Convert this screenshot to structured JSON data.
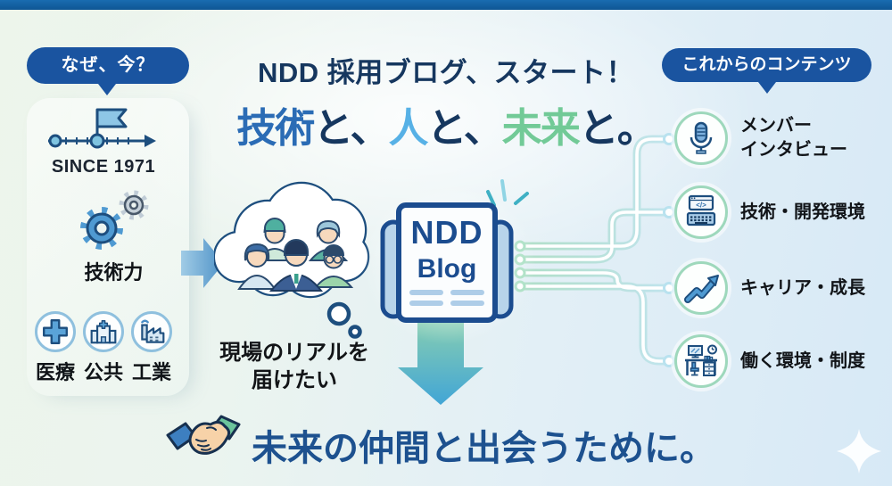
{
  "badges": {
    "why_now": "なぜ、今？",
    "upcoming": "これからのコンテンツ"
  },
  "header": {
    "line1": "NDD 採用ブログ、スタート！",
    "line2_segments": [
      {
        "text": "技術",
        "color": "#2b6cb5"
      },
      {
        "text": "と、",
        "color": "#16375f"
      },
      {
        "text": "人",
        "color": "#57b1e6"
      },
      {
        "text": "と、",
        "color": "#16375f"
      },
      {
        "text": "未来",
        "color": "#72ca97"
      },
      {
        "text": "と。",
        "color": "#16375f"
      }
    ]
  },
  "left_column": {
    "timeline": {
      "icon": "timeline-flag-icon",
      "label": "SINCE 1971"
    },
    "strength": {
      "icon": "gears-icon",
      "label": "技術力"
    },
    "industries": [
      {
        "icon": "medical-cross-icon",
        "label": "医療"
      },
      {
        "icon": "hospital-building-icon",
        "label": "公共"
      },
      {
        "icon": "factory-icon",
        "label": "工業"
      }
    ]
  },
  "center": {
    "bubble": {
      "icon": "thought-bubble-people-icon",
      "caption_line1": "現場のリアルを",
      "caption_line2": "届けたい"
    },
    "blog": {
      "icon": "newspaper-blog-icon",
      "title_line1": "NDD",
      "title_line2": "Blog"
    }
  },
  "right_items": [
    {
      "icon": "microphone-icon",
      "label_line1": "メンバー",
      "label_line2": "インタビュー"
    },
    {
      "icon": "code-monitor-keyboard-icon",
      "icon_glyph": "</>",
      "label": "技術・開発環境"
    },
    {
      "icon": "growth-arrow-icon",
      "label": "キャリア・成長"
    },
    {
      "icon": "workspace-desk-icon",
      "label": "働く環境・制度"
    }
  ],
  "footer": {
    "icon": "handshake-icon",
    "message": "未来の仲間と出会うために。"
  },
  "colors": {
    "topbar": "#1465a8",
    "badge": "#1a54a0",
    "navy": "#16375f",
    "blue": "#2b6cb5",
    "sky": "#57b1e6",
    "green": "#72ca97",
    "mint_ring": "#9ed8bc",
    "blue_ring": "#8fc0de",
    "footer_text": "#1d518f"
  }
}
